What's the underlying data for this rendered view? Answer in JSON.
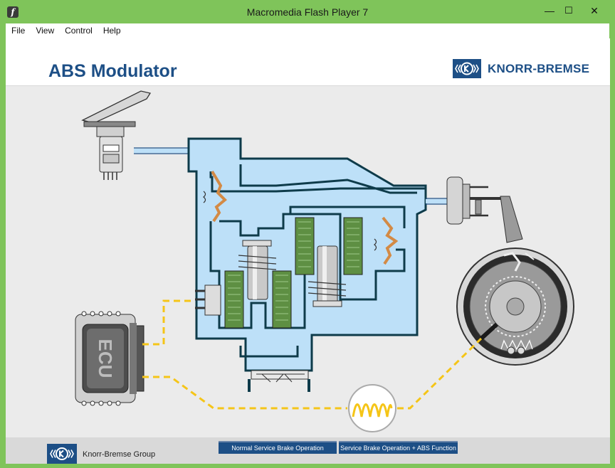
{
  "window": {
    "title": "Macromedia Flash Player 7",
    "minimize_label": "—",
    "maximize_label": "☐",
    "close_label": "✕"
  },
  "menu": {
    "items": [
      "File",
      "View",
      "Control",
      "Help"
    ]
  },
  "header": {
    "title": "ABS Modulator",
    "brand_name": "KNORR-BREMSE"
  },
  "diagram": {
    "ecu_label": "ECU"
  },
  "footer": {
    "company": "Knorr-Bremse Group",
    "buttons": [
      "Normal Service Brake Operation",
      "Service Brake Operation + ABS Function"
    ]
  },
  "colors": {
    "window_frame": "#7fc45a",
    "brand_blue": "#1d4f86",
    "fluid_blue": "#bde0f8",
    "wire_yellow": "#f5c518",
    "coil_green": "#5e8f43",
    "diaphragm_orange": "#d38a45"
  }
}
